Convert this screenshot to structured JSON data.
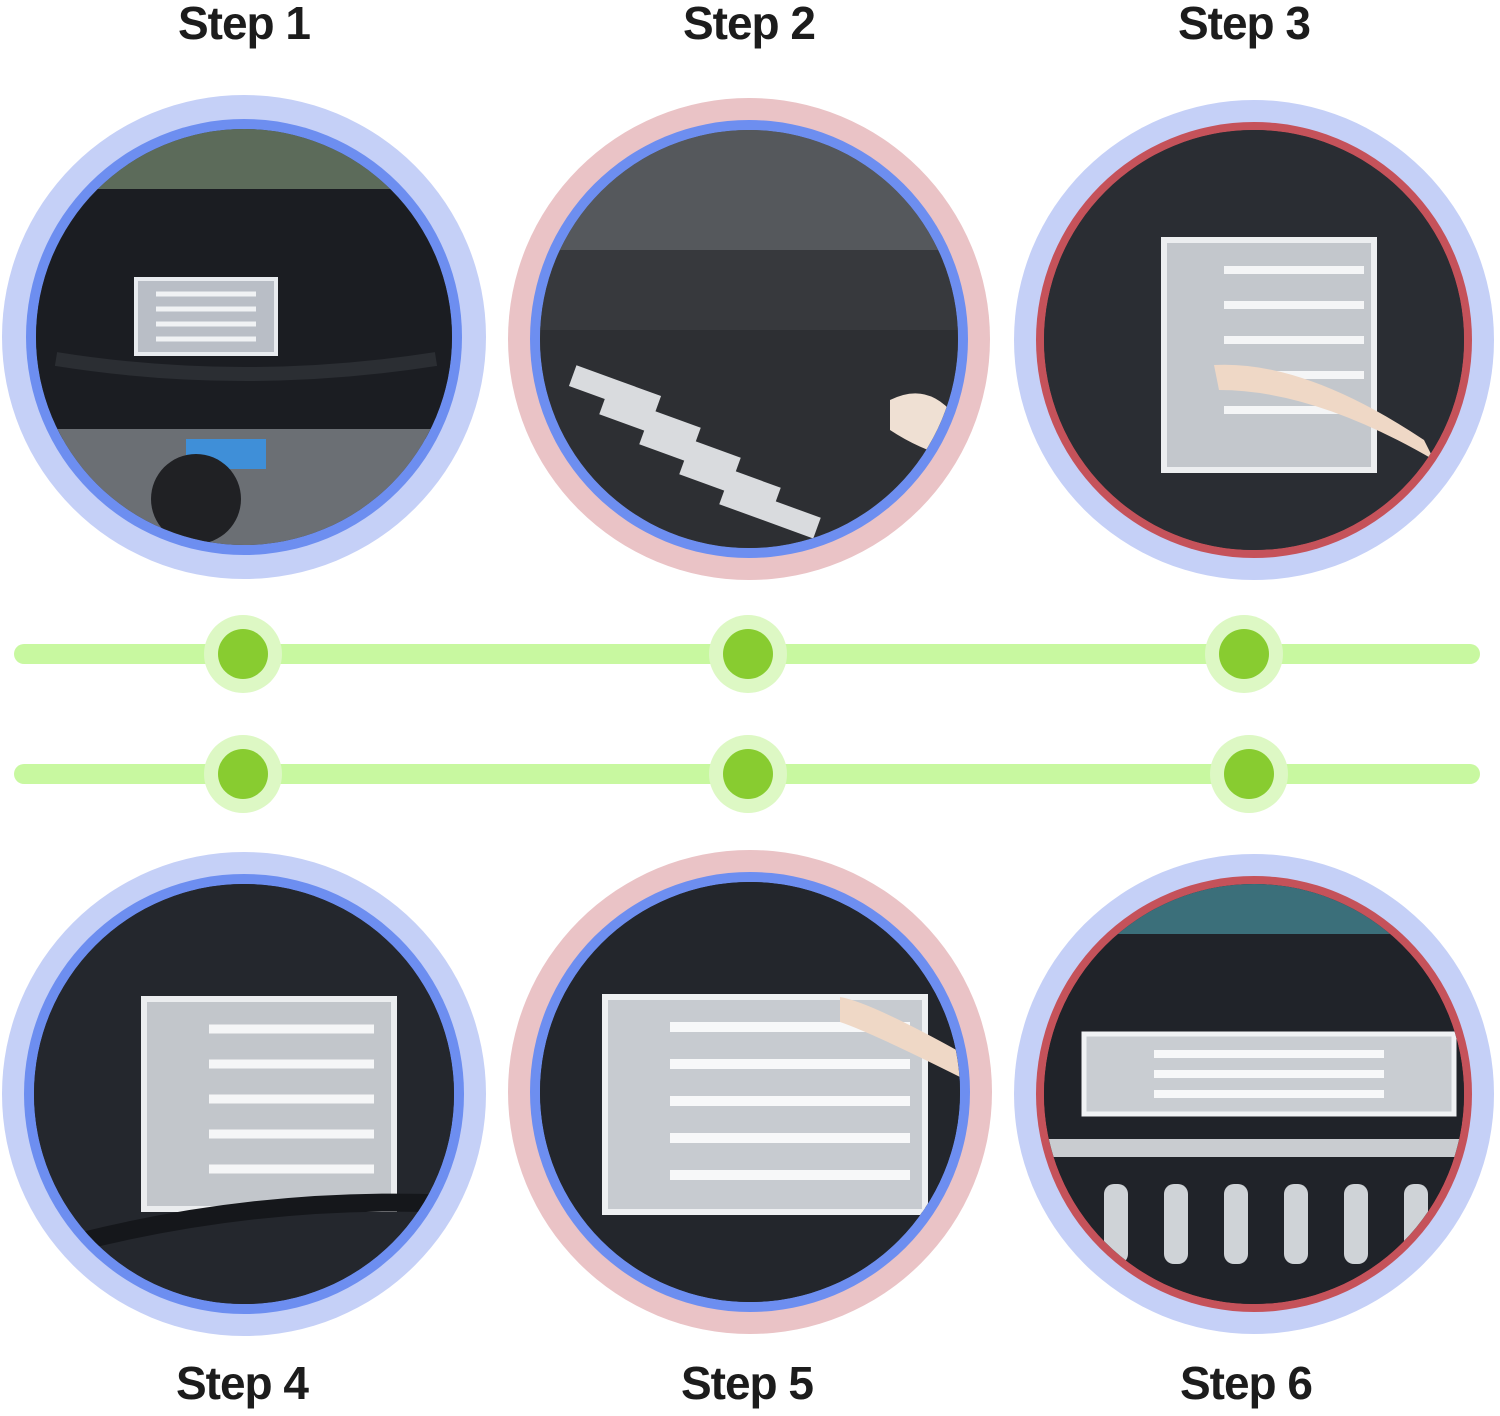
{
  "steps": [
    {
      "label": "Step 1"
    },
    {
      "label": "Step 2"
    },
    {
      "label": "Step 3"
    },
    {
      "label": "Step 4"
    },
    {
      "label": "Step 5"
    },
    {
      "label": "Step 6"
    }
  ],
  "colors": {
    "outer_blue": "#c5d0f7",
    "inner_blue": "#6d8ef0",
    "outer_pink": "#eac3c6",
    "inner_red": "#c5525a",
    "track": "#c8f8a0",
    "dot_halo": "#ddf8c4",
    "dot": "#88cc30",
    "label": "#1c1c1c"
  },
  "icons": {
    "step_images": "car-hood-vent-photo-icon",
    "timeline_dots": "timeline-dot-icon"
  }
}
